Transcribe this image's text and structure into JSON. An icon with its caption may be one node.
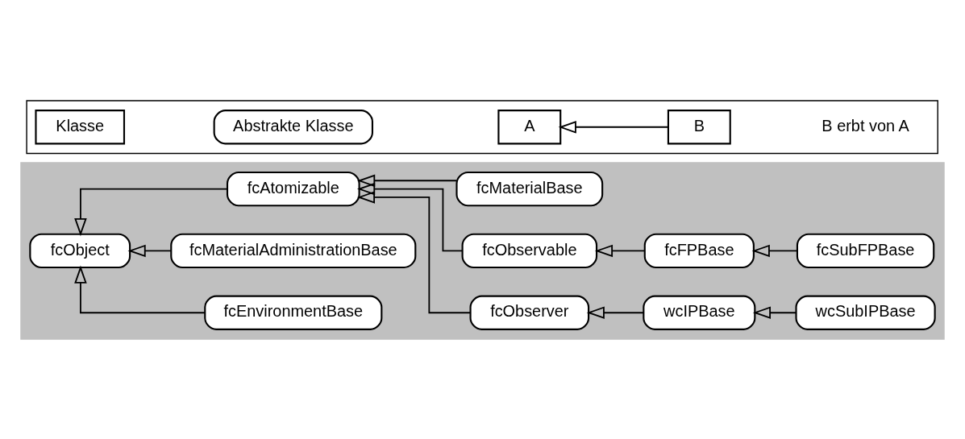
{
  "diagram": {
    "nodes": [
      {
        "text": [],
        "shape": "box"
      },
      {
        "text": [
          "fcObject"
        ],
        "in": 0
      },
      {
        "text": [
          "fcEnvironmentBase"
        ],
        "in": 0
      },
      {
        "text": [
          "fcMaterialAdministrationBase"
        ],
        "in": 0
      },
      {
        "text": [
          "fcAtomizable"
        ],
        "in": 0
      },
      {
        "text": [
          "fcObserver"
        ],
        "in": 0
      },
      {
        "text": [
          "wcIPBase"
        ],
        "in": 0
      },
      {
        "text": [
          "wcSubIPBase"
        ],
        "in": 0
      },
      {
        "text": [
          "fcObservable"
        ],
        "in": 0
      },
      {
        "text": [
          "fcFPBase"
        ],
        "in": 0
      },
      {
        "text": [
          "fcSubFPBase"
        ],
        "in": 0
      },
      {
        "text": [
          "fcMaterialBase"
        ],
        "in": 0
      },
      {
        "text": [],
        "shape": "box"
      },
      {
        "text": [
          "Klasse"
        ],
        "in": 12
      },
      {
        "text": [
          "Abstrakte Klasse"
        ],
        "in": 12
      },
      {
        "text": [
          "A"
        ],
        "in": 12
      },
      {
        "text": [
          "B"
        ],
        "in": 12
      }
    ],
    "edges": [
      {
        "from": 2,
        "to": 1,
        "arrow": "to"
      },
      {
        "from": 3,
        "to": 1,
        "arrow": "to"
      },
      {
        "from": 4,
        "to": 1,
        "arrow": "to"
      },
      {
        "from": 5,
        "to": 4,
        "arrow": "to"
      },
      {
        "from": 8,
        "to": 4,
        "arrow": "to"
      },
      {
        "from": 11,
        "to": 4,
        "arrow": "to"
      },
      {
        "from": 6,
        "to": 5,
        "arrow": "to"
      },
      {
        "from": 7,
        "to": 6,
        "arrow": "to"
      },
      {
        "from": 9,
        "to": 8,
        "arrow": "to"
      },
      {
        "from": 10,
        "to": 9,
        "arrow": "to"
      },
      {
        "from": 16,
        "to": 15,
        "arrow": "to"
      }
    ],
    "labels": [
      "B erbt von A"
    ]
  }
}
